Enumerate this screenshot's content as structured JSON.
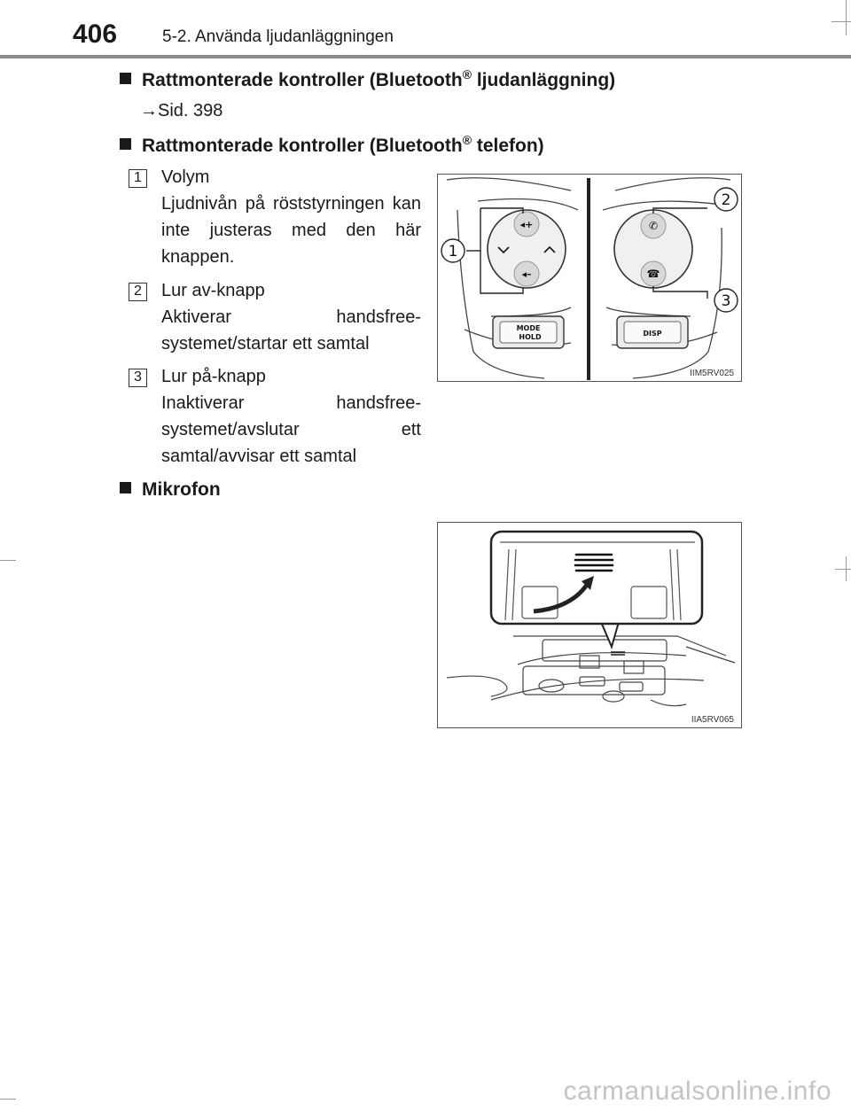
{
  "header": {
    "page_number": "406",
    "chapter": "5-2. Använda ljudanläggningen"
  },
  "sections": [
    {
      "title": "Rattmonterade kontroller (Bluetooth",
      "reg": "®",
      "title_end": " ljudanläggning)",
      "ref": "→Sid. 398"
    },
    {
      "title": "Rattmonterade kontroller (Bluetooth",
      "reg": "®",
      "title_end": " telefon)",
      "items": [
        {
          "num": "1",
          "name": "Volym",
          "desc": "Ljudnivån på röststyrningen kan inte justeras med den här knappen."
        },
        {
          "num": "2",
          "name": "Lur av-knapp",
          "desc": "Aktiverar handsfree-systemet/startar ett samtal"
        },
        {
          "num": "3",
          "name": "Lur på-knapp",
          "desc": "Inaktiverar handsfree-systemet/avslutar ett samtal/avvisar ett samtal"
        }
      ]
    },
    {
      "title": "Mikrofon"
    }
  ],
  "figures": {
    "steering": {
      "code": "IIM5RV025",
      "callouts": [
        "1",
        "2",
        "3"
      ],
      "button_mode_line1": "MODE",
      "button_mode_line2": "HOLD",
      "button_disp": "DISP"
    },
    "microphone": {
      "code": "IIA5RV065"
    }
  },
  "footer": {
    "watermark": "carmanualsonline.info"
  }
}
